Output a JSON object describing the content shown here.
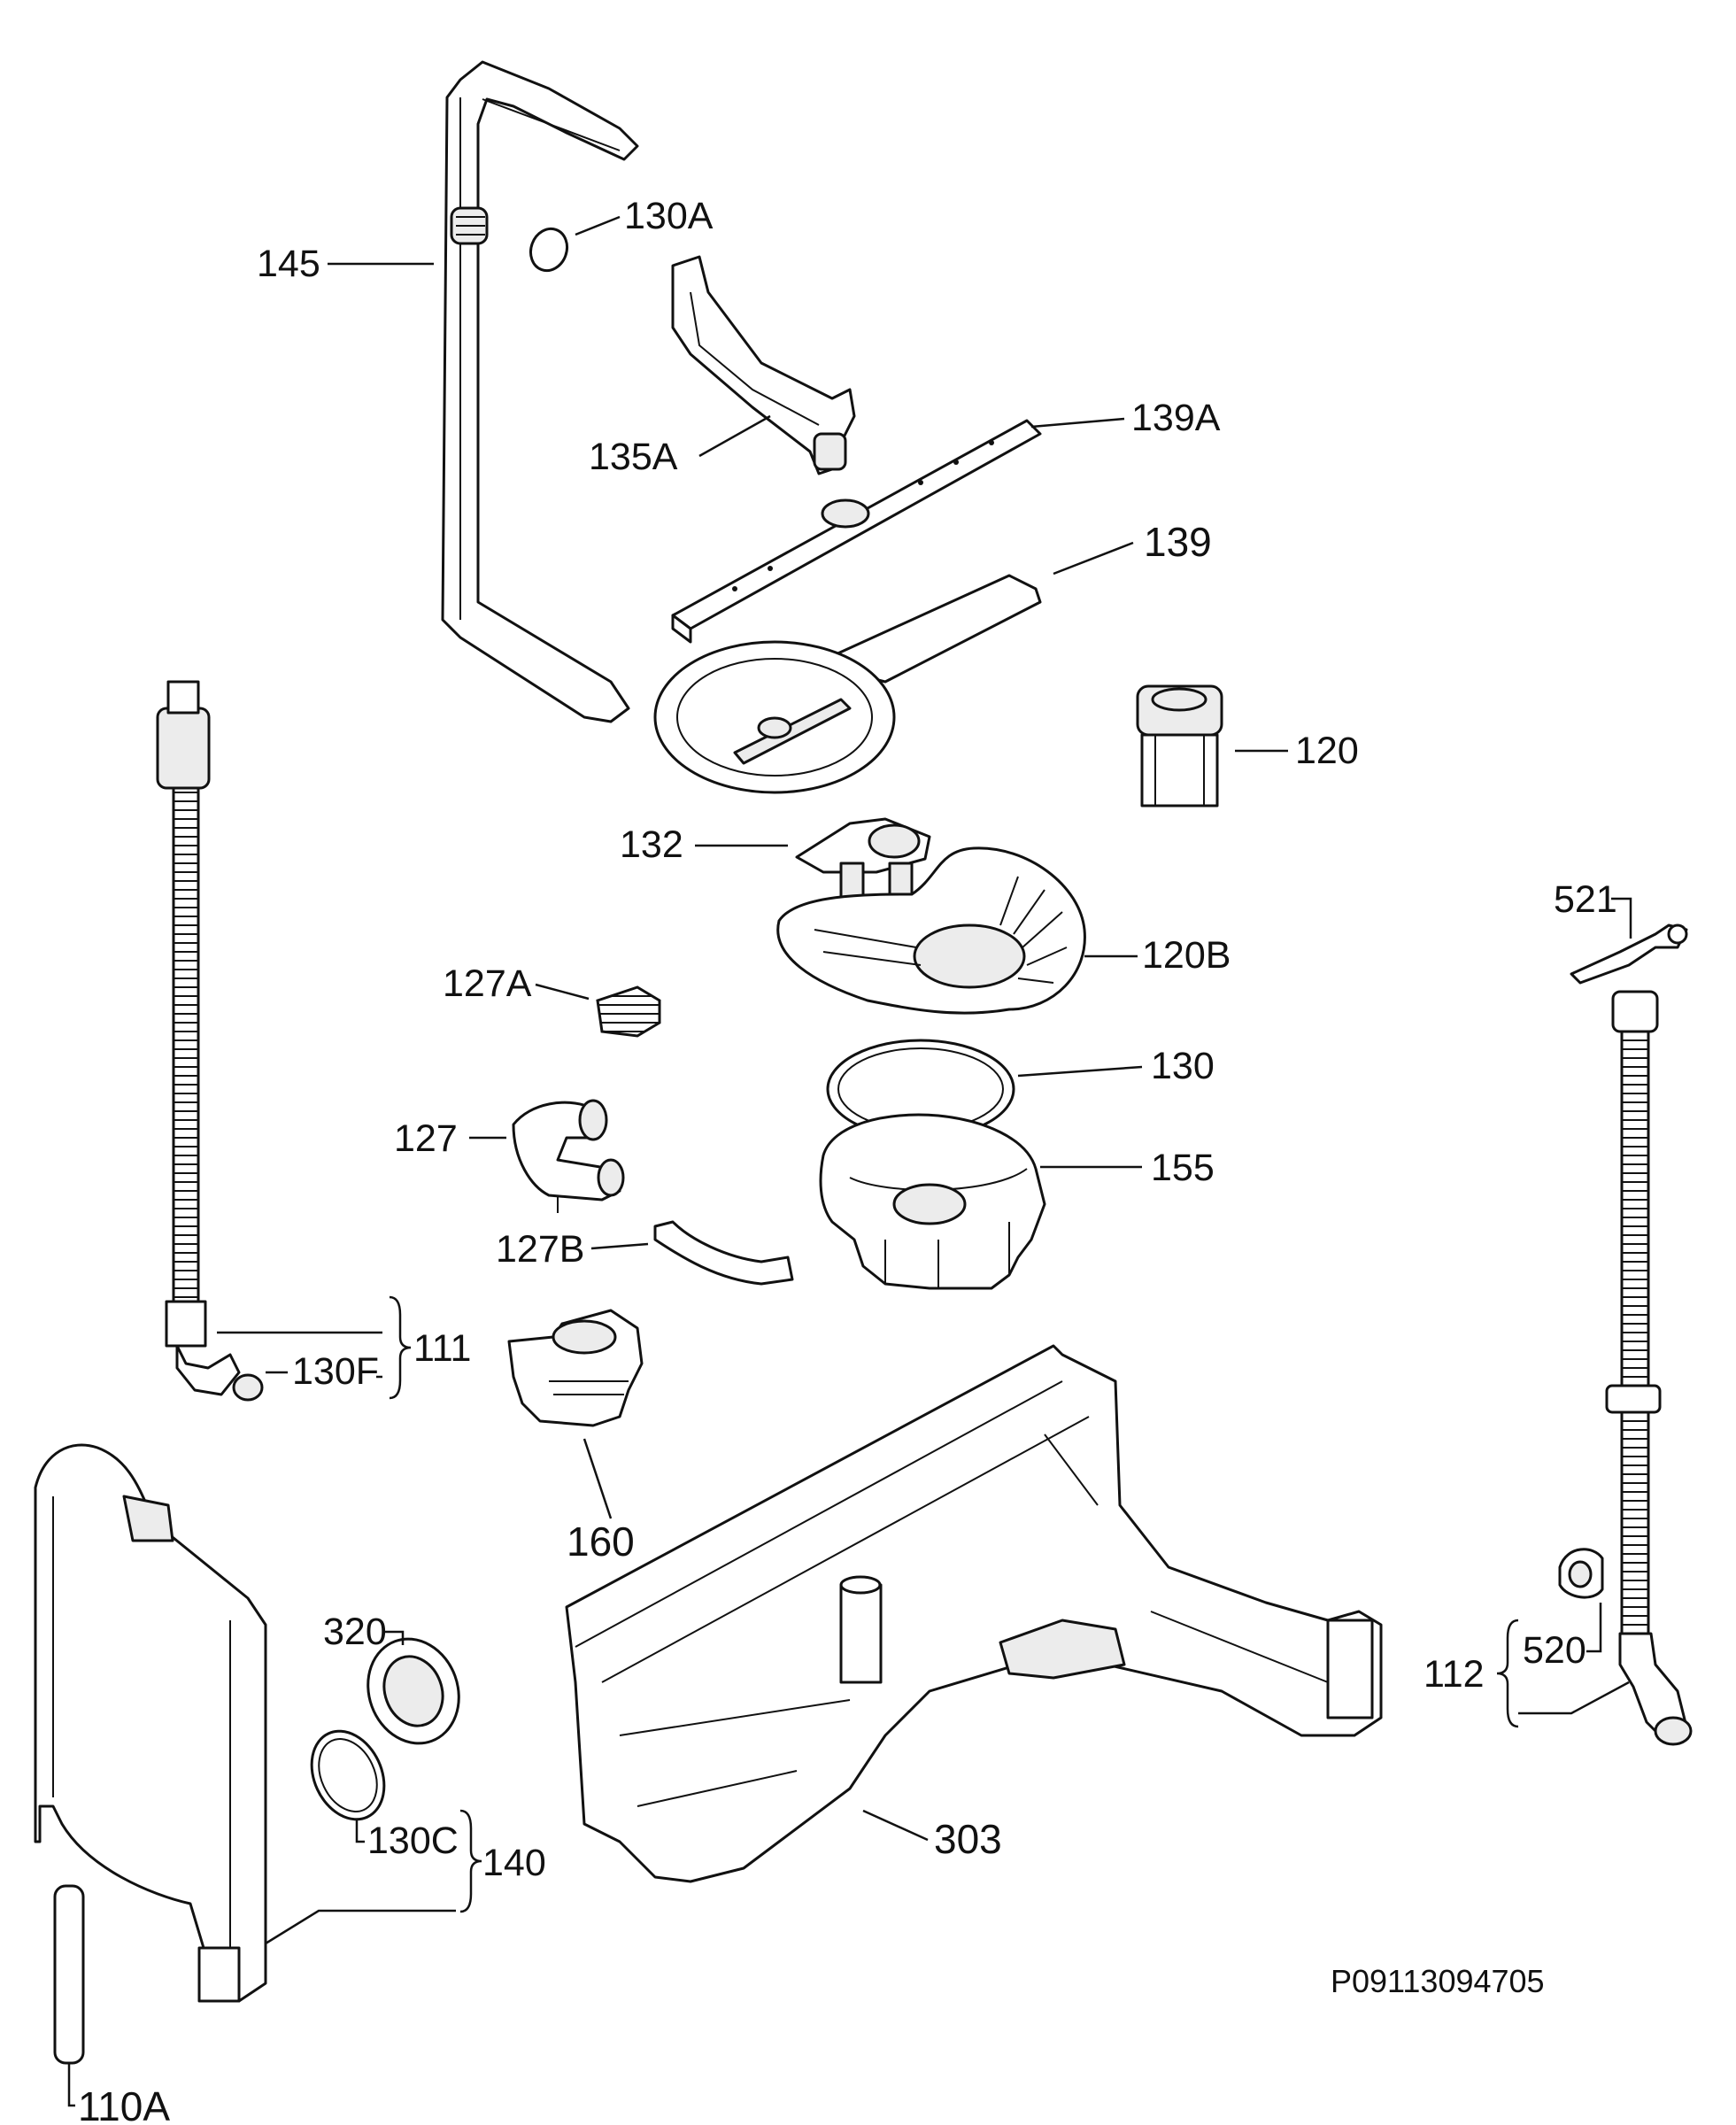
{
  "diagram_code": "P09113094705",
  "labels": {
    "l145": "145",
    "l130A": "130A",
    "l135A": "135A",
    "l139A": "139A",
    "l139": "139",
    "l120": "120",
    "l132": "132",
    "l521": "521",
    "l120B": "120B",
    "l127A": "127A",
    "l130": "130",
    "l127": "127",
    "l155": "155",
    "l127B": "127B",
    "l111": "111",
    "l130F": "130F",
    "l160": "160",
    "l320": "320",
    "l112": "112",
    "l520": "520",
    "l130C": "130C",
    "l140": "140",
    "l303": "303",
    "l110A": "110A"
  }
}
